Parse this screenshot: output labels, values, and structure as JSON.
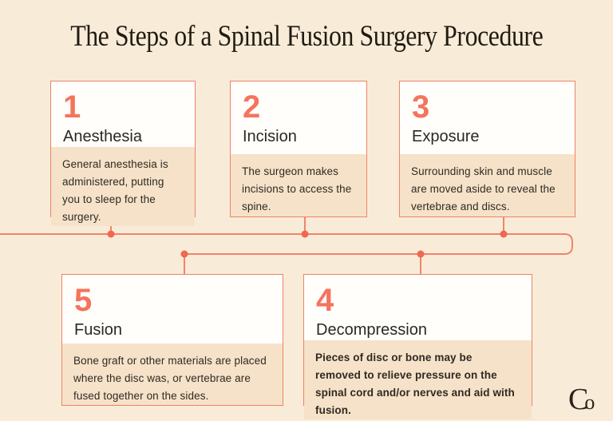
{
  "page": {
    "title": "The Steps of a Spinal Fusion Surgery Procedure",
    "logo": {
      "part1": "C",
      "part2": "o"
    }
  },
  "colors": {
    "background": "#f8ecd9",
    "card_white": "#fffefb",
    "card_tan": "#f6e2c8",
    "coral_border": "#ef8266",
    "coral_line": "#f0846a",
    "coral_dot": "#f26750",
    "coral_number": "#f4745c",
    "title_text": "#211b12",
    "body_text": "#2e2a24"
  },
  "steps": [
    {
      "number": "1",
      "title": "Anesthesia",
      "description": "General anesthesia is administered, putting you to sleep for the surgery."
    },
    {
      "number": "2",
      "title": "Incision",
      "description": "The surgeon makes incisions to access the spine."
    },
    {
      "number": "3",
      "title": "Exposure",
      "description": "Surrounding skin and muscle are moved aside to reveal the vertebrae and discs."
    },
    {
      "number": "4",
      "title": "Decompression",
      "description": "Pieces of disc or bone may be removed to relieve pressure on the spinal cord and/or nerves and aid with fusion."
    },
    {
      "number": "5",
      "title": "Fusion",
      "description": "Bone graft or other materials are placed where the disc was, or vertebrae are fused together on the sides."
    }
  ]
}
